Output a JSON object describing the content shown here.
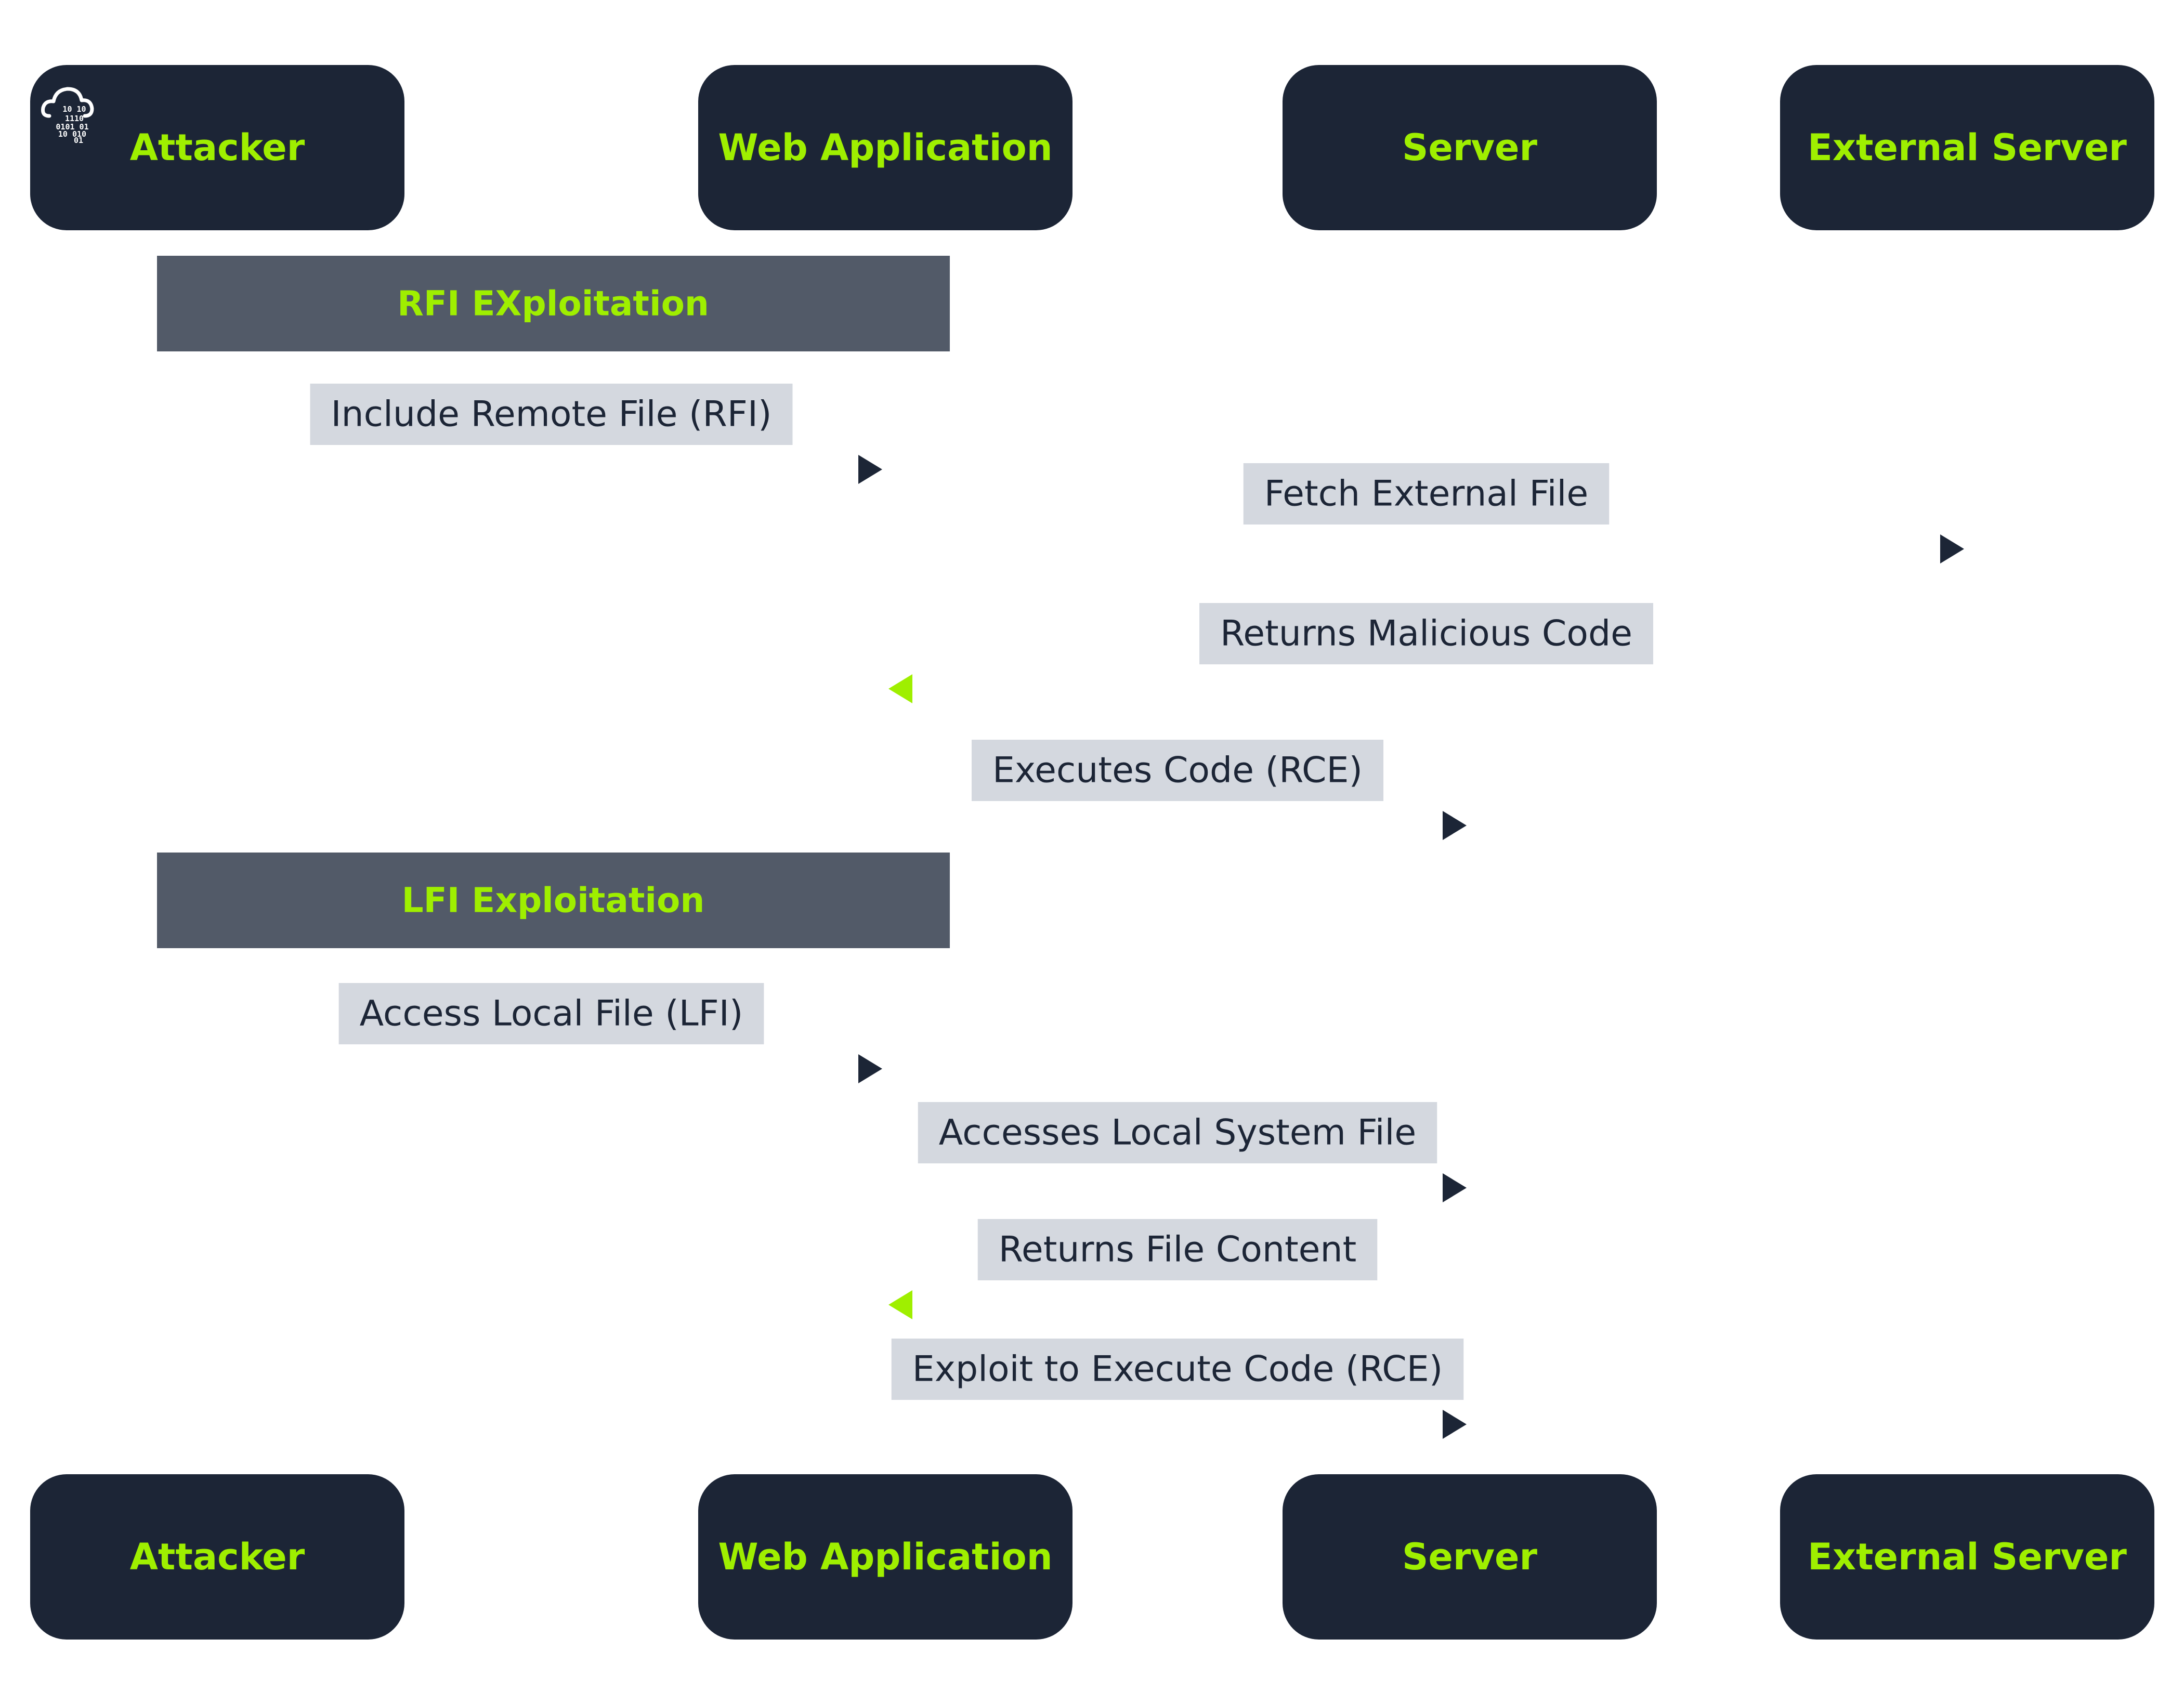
{
  "actors": [
    {
      "label": "Attacker"
    },
    {
      "label": "Web Application"
    },
    {
      "label": "Server"
    },
    {
      "label": "External Server"
    }
  ],
  "sections": [
    {
      "label": "RFI EXploitation"
    },
    {
      "label": "LFI Exploitation"
    }
  ],
  "messages": [
    {
      "label": "Include Remote File (RFI)",
      "from": 0,
      "to": 1,
      "style": "solid"
    },
    {
      "label": "Fetch External File",
      "from": 1,
      "to": 3,
      "style": "solid"
    },
    {
      "label": "Returns Malicious Code",
      "from": 3,
      "to": 1,
      "style": "dashed"
    },
    {
      "label": "Executes Code (RCE)",
      "from": 1,
      "to": 2,
      "style": "solid"
    },
    {
      "label": "Access Local File (LFI)",
      "from": 0,
      "to": 1,
      "style": "solid"
    },
    {
      "label": "Accesses Local System File",
      "from": 1,
      "to": 2,
      "style": "solid"
    },
    {
      "label": "Returns File Content",
      "from": 2,
      "to": 1,
      "style": "dashed"
    },
    {
      "label": "Exploit to Execute Code (RCE)",
      "from": 1,
      "to": 2,
      "style": "solid"
    }
  ],
  "logo": {
    "icon": "cloud-binary-icon",
    "digits": [
      "10 10",
      "1110",
      "0101 01",
      "10 010",
      "01"
    ]
  },
  "colors": {
    "box": "#1c2536",
    "accent": "#9fef00",
    "section": "#525a68",
    "label_bg": "#d4d8df",
    "line_light": "#0fa8e8",
    "line_dark": "#1c2536"
  }
}
